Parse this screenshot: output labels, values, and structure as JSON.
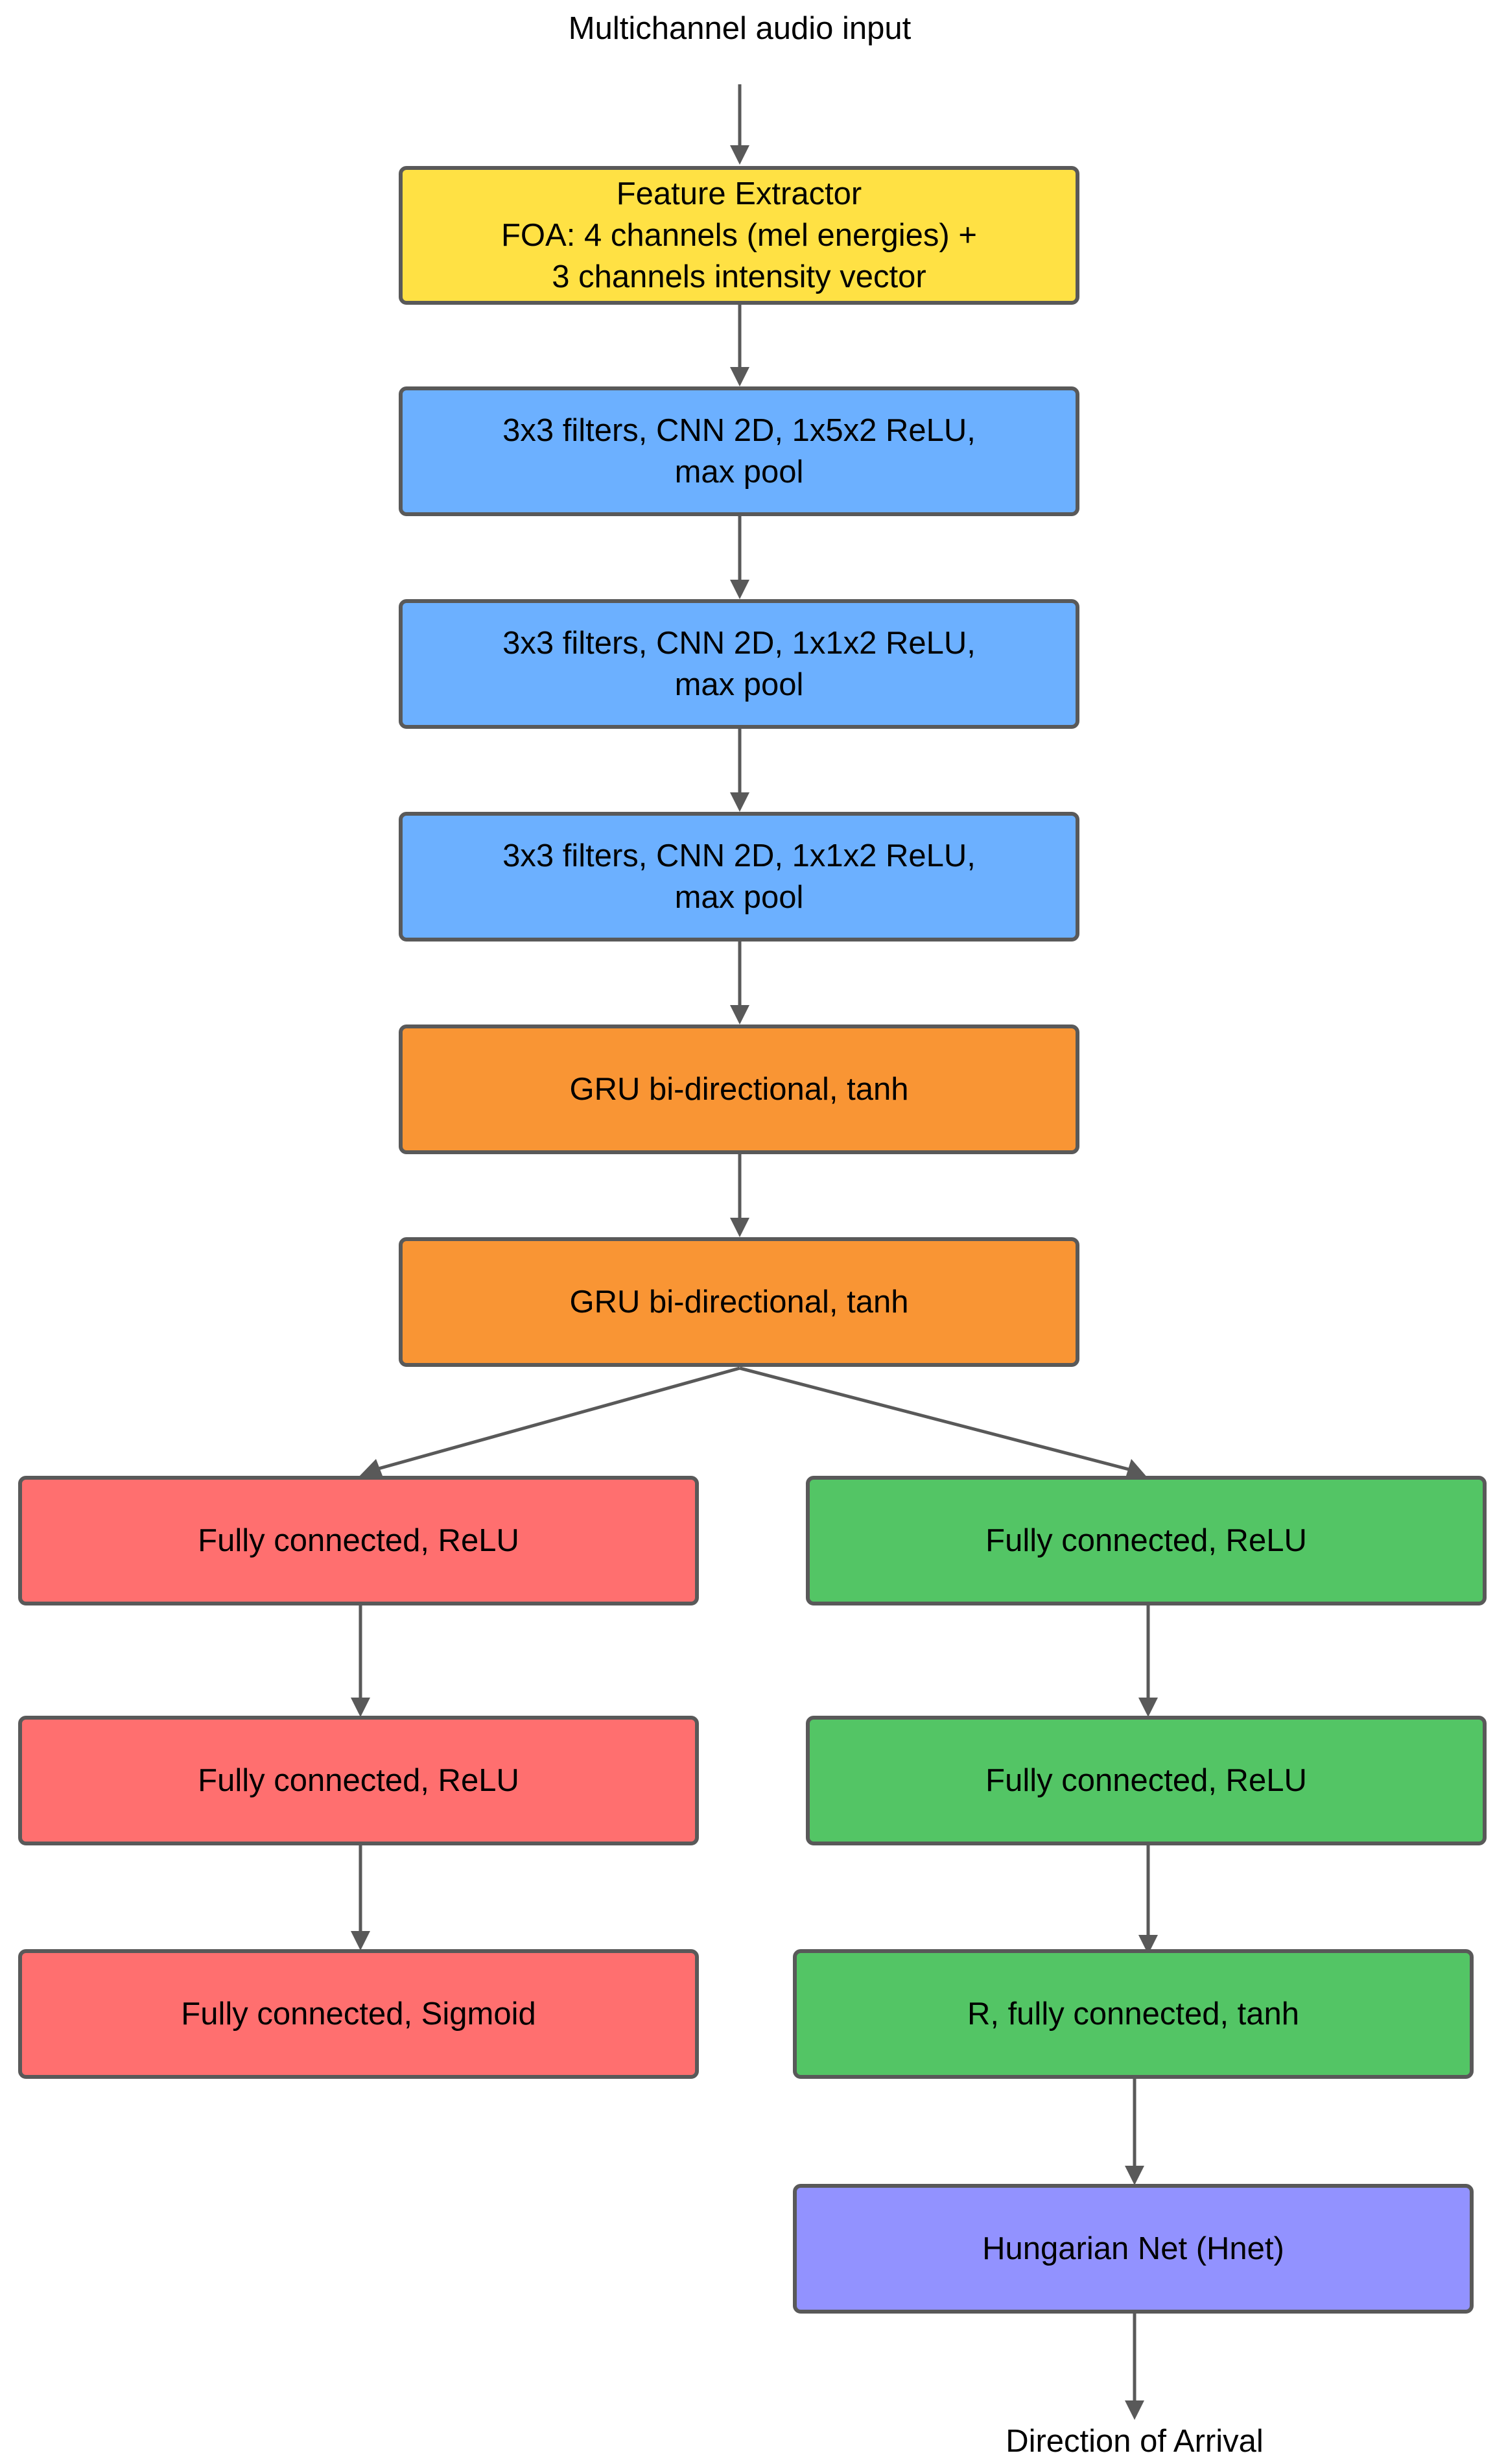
{
  "colors": {
    "feature": "#FFE144",
    "cnn": "#6CB0FF",
    "gru": "#F99534",
    "sed_branch": "#FF6F6F",
    "doa_branch": "#53C565",
    "hnet": "#9292FF",
    "border": "#595959"
  },
  "input_label": "Multichannel audio input",
  "output_label": "Direction of Arrival",
  "nodes": {
    "feature_extractor": "Feature Extractor\nFOA: 4 channels (mel energies) +\n3 channels intensity vector",
    "cnn_1": "3x3 filters, CNN 2D, 1x5x2 ReLU,\nmax pool",
    "cnn_2": "3x3 filters, CNN 2D, 1x1x2 ReLU,\nmax pool",
    "cnn_3": "3x3 filters, CNN 2D, 1x1x2 ReLU,\nmax pool",
    "gru_1": "GRU bi-directional, tanh",
    "gru_2": "GRU bi-directional, tanh",
    "sed_fc_1": "Fully connected, ReLU",
    "sed_fc_2": "Fully connected, ReLU",
    "sed_fc_3": "Fully connected, Sigmoid",
    "doa_fc_1": "Fully connected, ReLU",
    "doa_fc_2": "Fully connected, ReLU",
    "doa_fc_3": "R, fully connected, tanh",
    "hnet": "Hungarian Net (Hnet)"
  }
}
